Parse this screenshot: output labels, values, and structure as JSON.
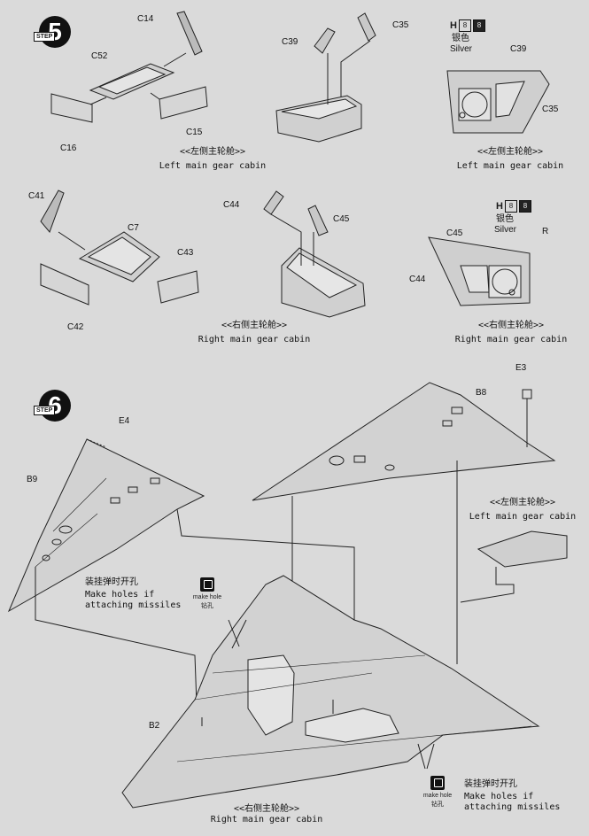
{
  "step5": {
    "badge_number": "5",
    "badge_label": "STEP",
    "parts": {
      "c14": "C14",
      "c52": "C52",
      "c16": "C16",
      "c15": "C15",
      "c39": "C39",
      "c35": "C35",
      "c41": "C41",
      "c7": "C7",
      "c43": "C43",
      "c42": "C42",
      "c44": "C44",
      "c45": "C45"
    },
    "detail_left": {
      "parts": {
        "c39": "C39",
        "c35": "C35"
      },
      "paint_letter": "H",
      "paint_code_a": "8",
      "paint_code_b": "8",
      "paint_cn": "银色",
      "paint_en": "Silver"
    },
    "detail_right": {
      "parts": {
        "c45": "C45",
        "c44": "C44"
      },
      "paint_letter": "H",
      "paint_code_a": "8",
      "paint_code_b": "8",
      "paint_cn": "银色",
      "paint_en": "Silver",
      "side": "R"
    },
    "captions": {
      "left_cn": "<<左侧主轮舱>>",
      "left_en": "Left main gear cabin",
      "left_cn_2": "<<左侧主轮舱>>",
      "left_en_2": "Left main gear cabin",
      "right_cn": "<<右侧主轮舱>>",
      "right_en": "Right main gear cabin",
      "right_cn_2": "<<右侧主轮舱>>",
      "right_en_2": "Right main gear cabin"
    }
  },
  "step6": {
    "badge_number": "6",
    "badge_label": "STEP",
    "parts": {
      "e4": "E4",
      "b9": "B9",
      "b8": "B8",
      "e3": "E3",
      "b2": "B2"
    },
    "left_cabin_cn": "<<左侧主轮舱>>",
    "left_cabin_en": "Left main gear cabin",
    "right_cabin_cn": "<<右侧主轮舱>>",
    "right_cabin_en": "Right main gear cabin",
    "holes_note_1": {
      "cn": "装挂弹时开孔",
      "en_1": "Make holes if",
      "en_2": "attaching missiles"
    },
    "holes_note_2": {
      "cn": "装挂弹时开孔",
      "en_1": "Make holes if",
      "en_2": "attaching missiles"
    },
    "make_hole_icon_1": {
      "en": "make hole",
      "cn": "钻孔"
    },
    "make_hole_icon_2": {
      "en": "make hole",
      "cn": "钻孔"
    }
  }
}
